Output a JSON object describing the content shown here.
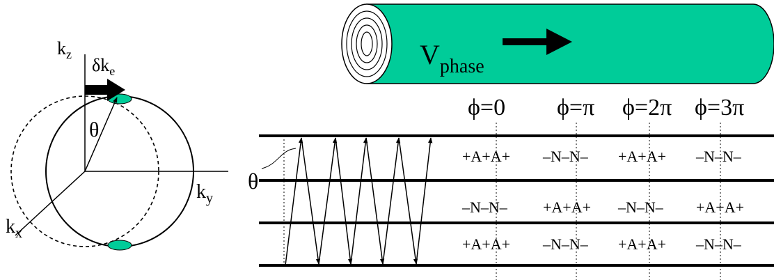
{
  "colors": {
    "cylinder_fill": "#00CC99",
    "line": "#000000",
    "background": "#FFFFFF"
  },
  "k_space": {
    "axis_z": "k",
    "axis_z_sub": "z",
    "axis_y": "k",
    "axis_y_sub": "y",
    "axis_x": "k",
    "axis_x_sub": "x",
    "delta_k": "δk",
    "delta_k_sub": "e",
    "angle": "θ"
  },
  "cylinder": {
    "v_label": "V",
    "v_sub": "phase"
  },
  "phases": [
    "ϕ=0",
    "ϕ=π",
    "ϕ=2π",
    "ϕ=3π"
  ],
  "waveguide": {
    "angle": "θ",
    "rows": [
      [
        "+A+A+",
        "–N–N–",
        "+A+A+",
        "–N–N–"
      ],
      [
        "–N–N–",
        "+A+A+",
        "–N–N–",
        "+A+A+"
      ],
      [
        "+A+A+",
        "–N–N–",
        "+A+A+",
        "–N–N–"
      ]
    ]
  }
}
